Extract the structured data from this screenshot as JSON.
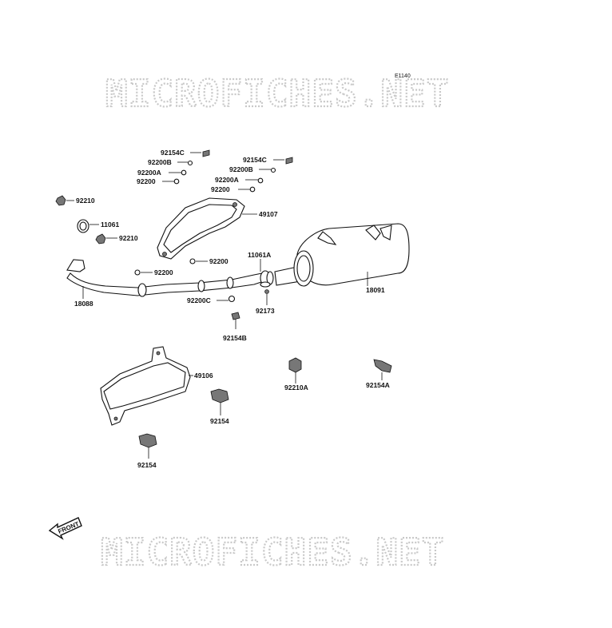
{
  "diagram_code": "E1140",
  "watermark": "MICROFICHES.NET",
  "front_label": "FRONT",
  "parts": {
    "p92154C_1": "92154C",
    "p92200B_1": "92200B",
    "p92200A_1": "92200A",
    "p92200_1": "92200",
    "p92154C_2": "92154C",
    "p92200B_2": "92200B",
    "p92200A_2": "92200A",
    "p92200_2": "92200",
    "p92210_1": "92210",
    "p11061": "11061",
    "p92210_2": "92210",
    "p49107": "49107",
    "p92200_3": "92200",
    "p92200_4": "92200",
    "p11061A": "11061A",
    "p18088": "18088",
    "p92200C": "92200C",
    "p92173": "92173",
    "p18091": "18091",
    "p92154B": "92154B",
    "p49106": "49106",
    "p92210A": "92210A",
    "p92154A": "92154A",
    "p92154_1": "92154",
    "p92154_2": "92154"
  }
}
